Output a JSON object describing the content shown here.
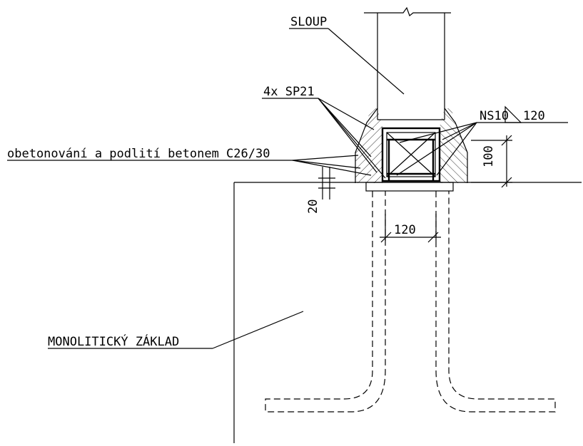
{
  "labels": {
    "column": "SLOUP",
    "anchors": "4x SP21",
    "weld": "NS10",
    "weld_length": "120",
    "grout": "obetonování a podlití betonem C26/30",
    "foundation": "MONOLITICKÝ ZÁKLAD"
  },
  "dimensions": {
    "grout_height": "100",
    "bed_thickness": "20",
    "anchor_spacing": "120"
  }
}
